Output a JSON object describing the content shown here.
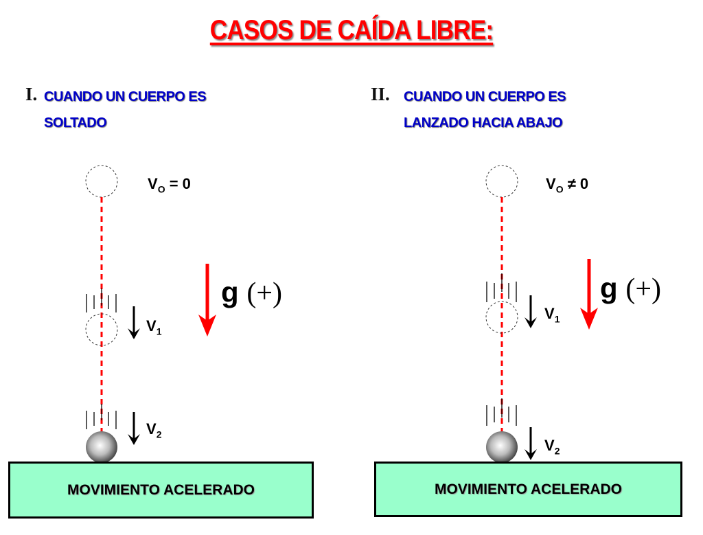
{
  "title": "CASOS DE CAÍDA LIBRE:",
  "cases": [
    {
      "numeral": "I.",
      "line1": "CUANDO UN CUERPO ES",
      "line2": "SOLTADO",
      "v0_label": "V",
      "v0_sub": "O",
      "v0_rel": " = 0",
      "v1": "V",
      "v1_sub": "1",
      "v2": "V",
      "v2_sub": "2",
      "g": "g",
      "g_sign": "(+)",
      "ground": "MOVIMIENTO  ACELERADO"
    },
    {
      "numeral": "II.",
      "line1": "CUANDO UN CUERPO ES",
      "line2": "LANZADO HACIA ABAJO",
      "v0_label": "V",
      "v0_sub": "O",
      "v0_rel": " ≠ 0",
      "v1": "V",
      "v1_sub": "1",
      "v2": "V",
      "v2_sub": "2",
      "g": "g",
      "g_sign": "(+)",
      "ground": "MOVIMIENTO  ACELERADO"
    }
  ],
  "colors": {
    "title": "#ff0000",
    "case_text": "#0000c8",
    "ground": "#99ffcc",
    "gravity_arrow": "#ff0000"
  }
}
